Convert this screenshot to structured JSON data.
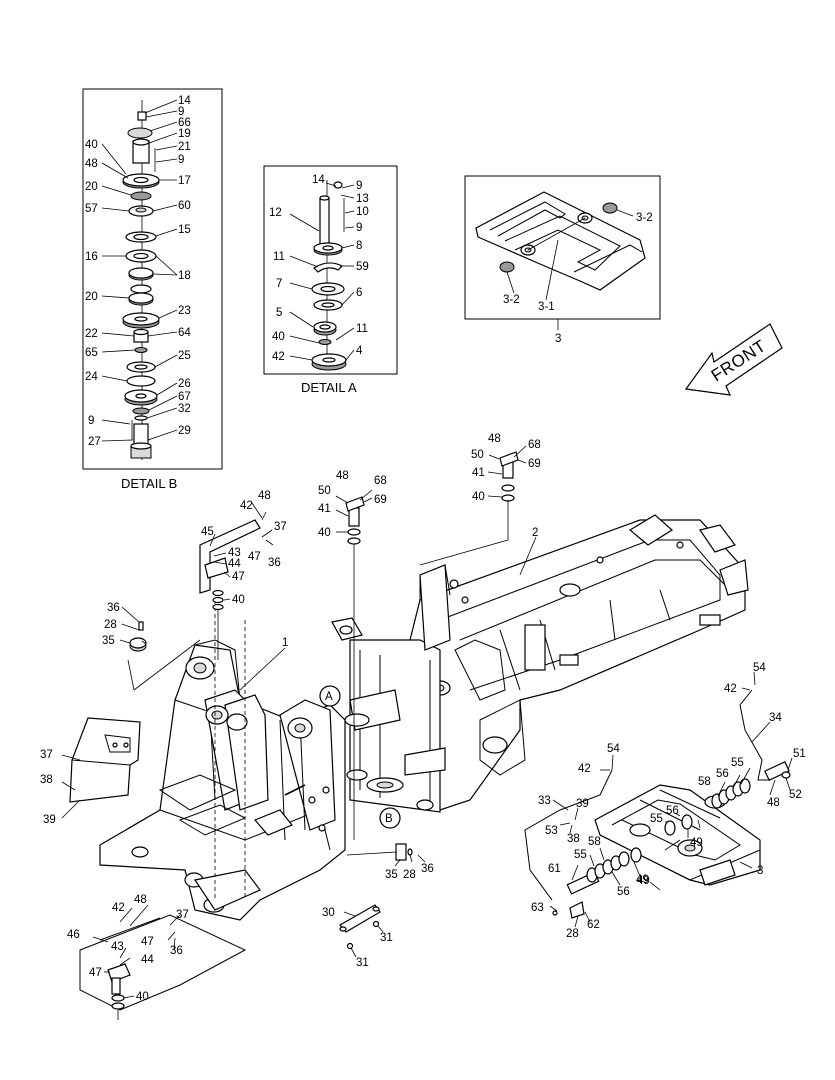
{
  "detail_b": {
    "caption": "DETAIL B",
    "labels": [
      "14",
      "9",
      "66",
      "19",
      "21",
      "9",
      "40",
      "48",
      "17",
      "20",
      "57",
      "60",
      "15",
      "16",
      "18",
      "20",
      "23",
      "22",
      "64",
      "65",
      "25",
      "24",
      "26",
      "67",
      "32",
      "9",
      "29",
      "27"
    ]
  },
  "detail_a": {
    "caption": "DETAIL A",
    "labels": [
      "14",
      "9",
      "13",
      "10",
      "12",
      "9",
      "8",
      "11",
      "59",
      "7",
      "6",
      "5",
      "11",
      "40",
      "42",
      "4"
    ]
  },
  "inset_3": {
    "labels": [
      "3-2",
      "3-2",
      "3-1",
      "3"
    ]
  },
  "front_arrow": {
    "text": "FRONT"
  },
  "main_labels": [
    "48",
    "68",
    "50",
    "69",
    "41",
    "40",
    "48",
    "68",
    "50",
    "69",
    "41",
    "40",
    "2",
    "48",
    "42",
    "37",
    "45",
    "43",
    "47",
    "36",
    "44",
    "47",
    "40",
    "36",
    "28",
    "35",
    "1",
    "A",
    "B",
    "54",
    "42",
    "34",
    "51",
    "52",
    "48",
    "56",
    "55",
    "58",
    "54",
    "42",
    "33",
    "39",
    "53",
    "38",
    "55",
    "49",
    "56",
    "58",
    "55",
    "49",
    "3",
    "61",
    "56",
    "49",
    "63",
    "62",
    "28",
    "35",
    "28",
    "36",
    "37",
    "42",
    "48",
    "46",
    "47",
    "36",
    "43",
    "44",
    "47",
    "40",
    "30",
    "31",
    "31",
    "37",
    "38",
    "39"
  ]
}
